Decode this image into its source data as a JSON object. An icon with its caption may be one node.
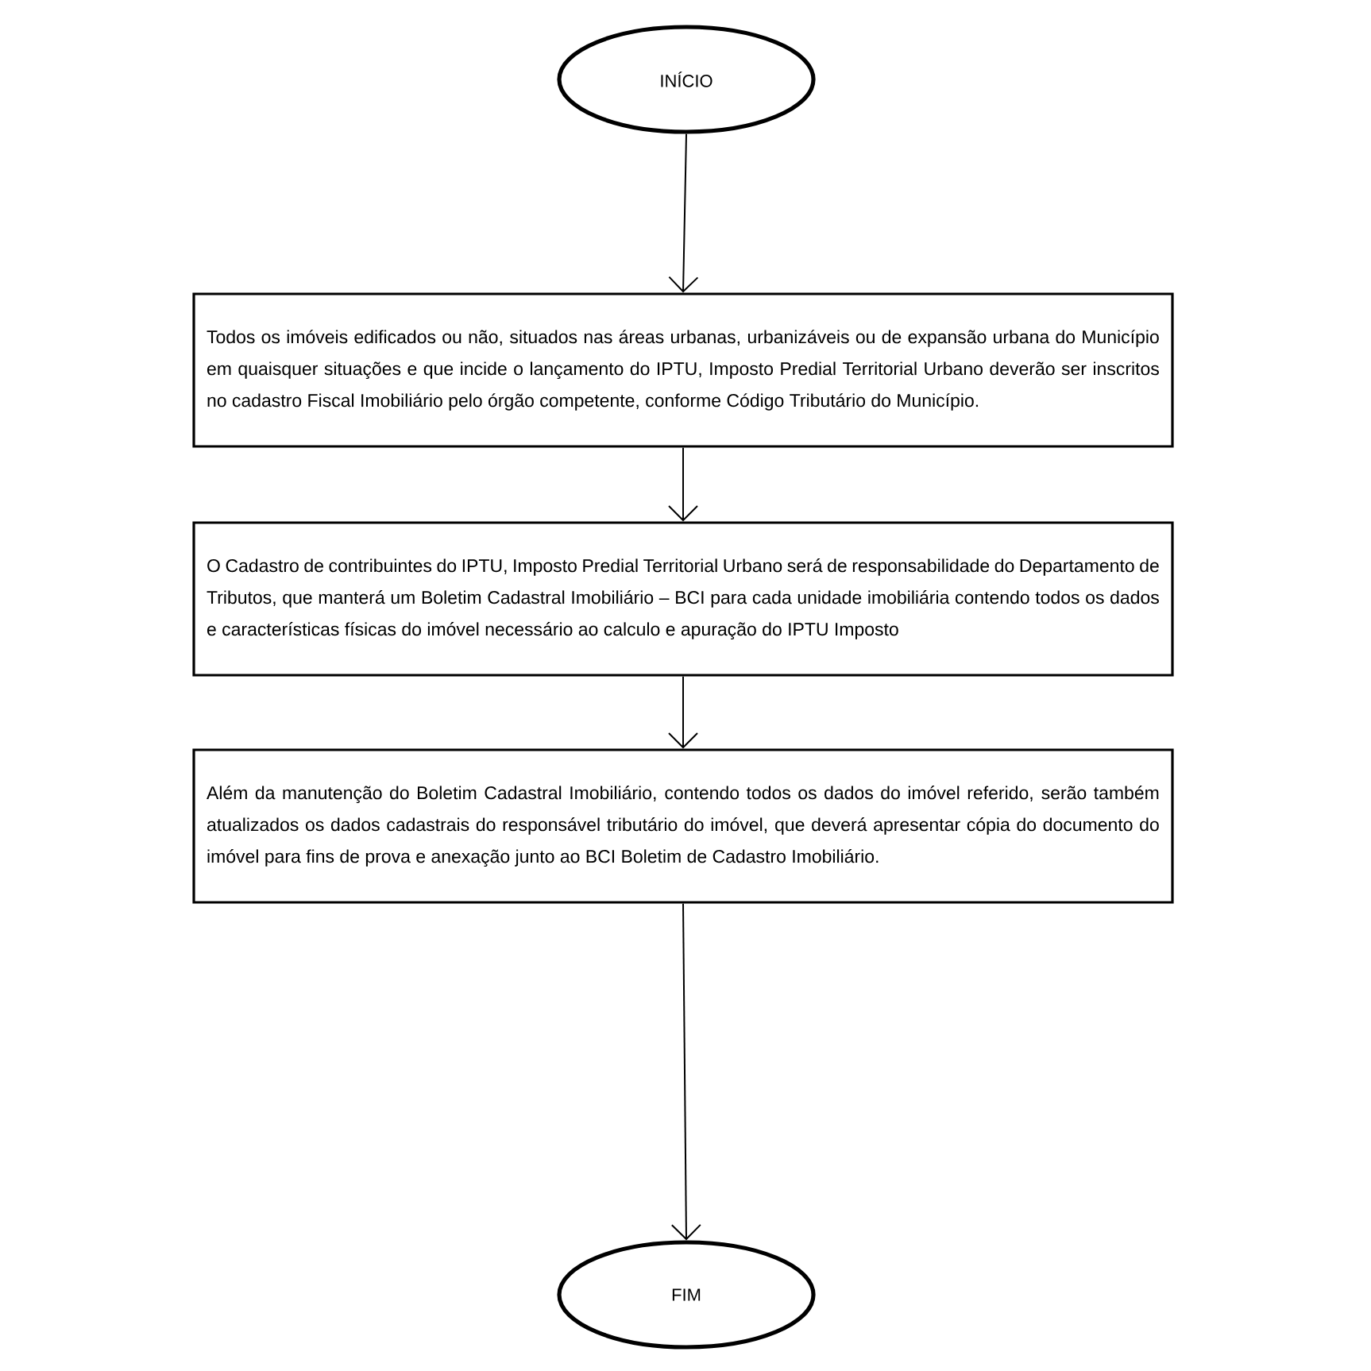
{
  "diagram": {
    "nodes": [
      {
        "text": [
          "INÍCIO"
        ]
      },
      {
        "text": [
          "Todos os imóveis edificados ou não, situados nas áreas urbanas, urbanizáveis ou de expansão urbana do Município em quaisquer situações e que incide o lançamento do IPTU, Imposto Predial Territorial Urbano deverão ser inscritos no cadastro Fiscal Imobiliário pelo órgão competente, conforme Código Tributário do Município."
        ]
      },
      {
        "text": [
          "O Cadastro de contribuintes do IPTU, Imposto Predial Territorial Urbano será de responsabilidade do Departamento de Tributos, que manterá um Boletim Cadastral Imobiliário – BCI para cada unidade imobiliária contendo todos os dados e características físicas do imóvel necessário ao calculo e apuração do IPTU Imposto"
        ]
      },
      {
        "text": [
          "Além da manutenção do Boletim Cadastral Imobiliário, contendo todos os dados do imóvel referido, serão também atualizados os dados cadastrais do responsável tributário do imóvel, que deverá apresentar cópia do documento do imóvel para fins de prova e anexação junto ao BCI Boletim de Cadastro Imobiliário."
        ]
      },
      {
        "text": [
          "FIM"
        ]
      }
    ],
    "edges": [
      {
        "from": 0,
        "to": 1,
        "arrow": "to"
      },
      {
        "from": 1,
        "to": 2,
        "arrow": "to"
      },
      {
        "from": 2,
        "to": 3,
        "arrow": "to"
      },
      {
        "from": 3,
        "to": 4,
        "arrow": "to"
      }
    ]
  }
}
